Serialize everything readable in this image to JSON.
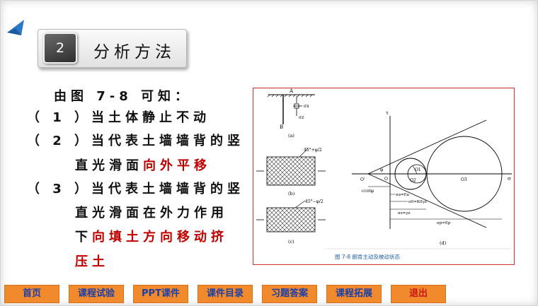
{
  "header": {
    "section_number": "2",
    "section_title": "分析方法"
  },
  "body": {
    "intro": "由图 7-8 可知：",
    "item1": "（ 1 ）当土体静止不动",
    "item2_line1": "（ 2 ）当代表土墙墙背的竖",
    "item2_line2_black": "直光滑面",
    "item2_line2_red": "向外平移",
    "item3_line1": "（ 3 ）当代表土墙墙背的竖",
    "item3_line2": "直光滑面在外力作用",
    "item3_line3_black": "下",
    "item3_line3_red": "向填土方向移动挤",
    "item3_line4_red": "压土"
  },
  "figure": {
    "label_a_top": "A",
    "label_b": "B",
    "sigma_x": "σx",
    "sigma_z": "σz",
    "cap_a": "(a)",
    "cap_b": "(b)",
    "cap_c": "(c)",
    "cap_d": "(d)",
    "angle_b": "45°+φ/2",
    "angle_c": "45°−φ/2",
    "axis_tau": "τ",
    "axis_sigma": "σ",
    "origin_o_prime": "O'",
    "origin_o": "O",
    "phi": "φ",
    "o1": "O1",
    "o2": "O2",
    "o3": "O3",
    "ccot": "ccotφ",
    "lab_sa": "σa=Ea",
    "lab_s0": "σ0=K0γz",
    "lab_sz": "σz=γz",
    "lab_sp": "σp=Ep",
    "caption": "图 7-8  朗肯主动及被动状态"
  },
  "nav": {
    "home": "首页",
    "course_test": "课程试验",
    "ppt": "PPT课件",
    "catalog": "课件目录",
    "answers": "习题答案",
    "extension": "课程拓展",
    "exit": "退出"
  },
  "colors": {
    "nav_bg": "#f08a2c",
    "nav_text": "#1a3fa8",
    "exit_text": "#c81818",
    "highlight_red": "#c00000",
    "figure_border": "#d23a3a",
    "caption_blue": "#1f5fa8",
    "arrow_blue": "#2a78c8"
  },
  "icons": {
    "corner": "blue-arrow-icon"
  }
}
